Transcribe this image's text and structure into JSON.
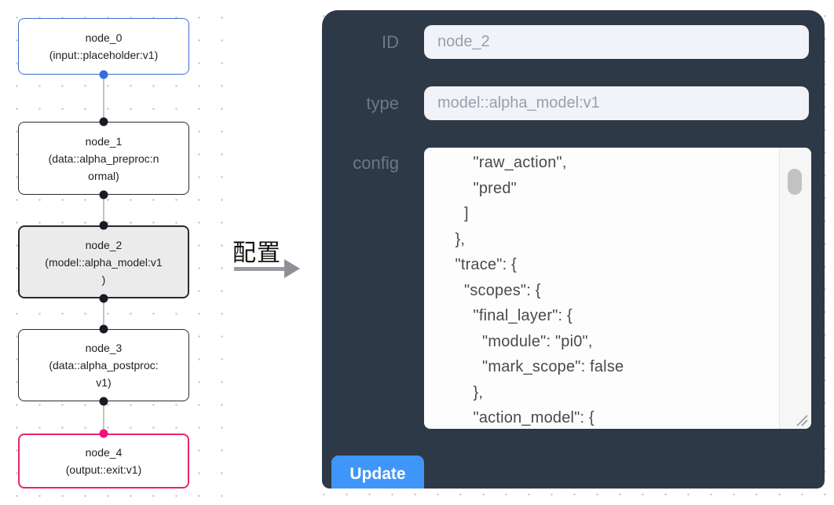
{
  "flow": {
    "nodes": [
      {
        "id": "node_0",
        "label": "node_0\n(input::placeholder:v1)",
        "kind": "input"
      },
      {
        "id": "node_1",
        "label": "node_1\n(data::alpha_preproc:n\normal)",
        "kind": "data"
      },
      {
        "id": "node_2",
        "label": "node_2\n(model::alpha_model:v1\n)",
        "kind": "model-selected"
      },
      {
        "id": "node_3",
        "label": "node_3\n(data::alpha_postproc:\nv1)",
        "kind": "data"
      },
      {
        "id": "node_4",
        "label": "node_4\n(output::exit:v1)",
        "kind": "output"
      }
    ],
    "arrow_label": "配置"
  },
  "panel": {
    "id_label": "ID",
    "id_value": "node_2",
    "type_label": "type",
    "type_value": "model::alpha_model:v1",
    "config_label": "config",
    "config_text": "      \"raw_action\",\n      \"pred\"\n    ]\n  },\n  \"trace\": {\n    \"scopes\": {\n      \"final_layer\": {\n        \"module\": \"pi0\",\n        \"mark_scope\": false\n      },\n      \"action_model\": {",
    "update_label": "Update"
  },
  "colors": {
    "panel_bg": "#2e3948",
    "accent_blue_button": "#4096f8",
    "node_input_border": "#3d6ed0",
    "node_default_border": "#262b33",
    "node_selected_bg": "#ebebeb",
    "node_output_border": "#e9246f",
    "port_blue": "#2f6fe0",
    "port_dark": "#171b22",
    "port_pink": "#f0127a",
    "input_bg": "#f1f3f8",
    "label_gray": "#6f7785"
  }
}
